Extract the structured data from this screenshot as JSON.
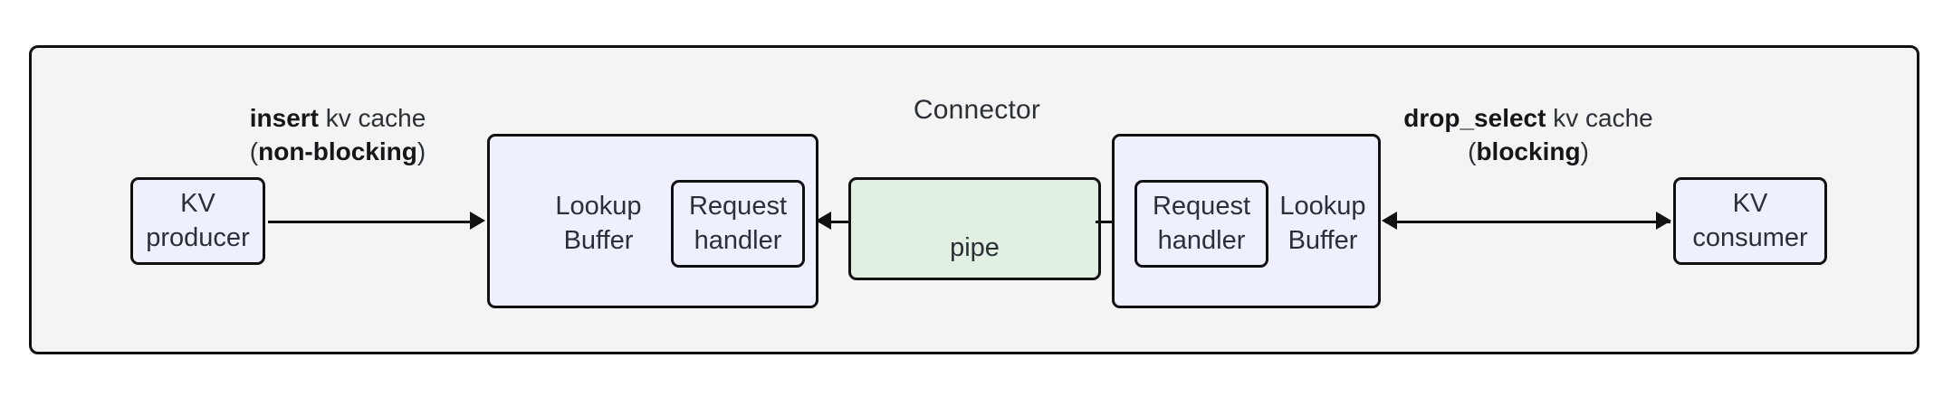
{
  "diagram": {
    "container": {
      "title": "Connector"
    },
    "nodes": {
      "kv_producer": {
        "line1": "KV",
        "line2": "producer"
      },
      "lookup_left": {
        "label_line1": "Lookup",
        "label_line2": "Buffer"
      },
      "handler_left": {
        "line1": "Request",
        "line2": "handler"
      },
      "pipe": {
        "label": "pipe"
      },
      "lookup_right": {
        "label_line1": "Lookup",
        "label_line2": "Buffer"
      },
      "handler_right": {
        "line1": "Request",
        "line2": "handler"
      },
      "kv_consumer": {
        "line1": "KV",
        "line2": "consumer"
      }
    },
    "edges": {
      "insert": {
        "bold_text": "insert",
        "rest_text": " kv cache",
        "paren_open": "(",
        "bold_mode": "non-blocking",
        "paren_close": ")",
        "direction": "right"
      },
      "drop_select": {
        "bold_text": "drop_select",
        "rest_text": " kv cache",
        "paren_open": "(",
        "bold_mode": "blocking",
        "paren_close": ")",
        "direction": "bidirectional"
      },
      "pipe_to_left_handler": {
        "direction": "left"
      },
      "pipe_to_right_handler": {
        "direction": "right"
      }
    },
    "colors": {
      "page_background": "#ffffff",
      "container_fill": "#f4f4f4",
      "node_fill": "#eef1fd",
      "pipe_fill": "#e2f0e4",
      "stroke": "#111111",
      "text": "#2b2f36"
    }
  }
}
